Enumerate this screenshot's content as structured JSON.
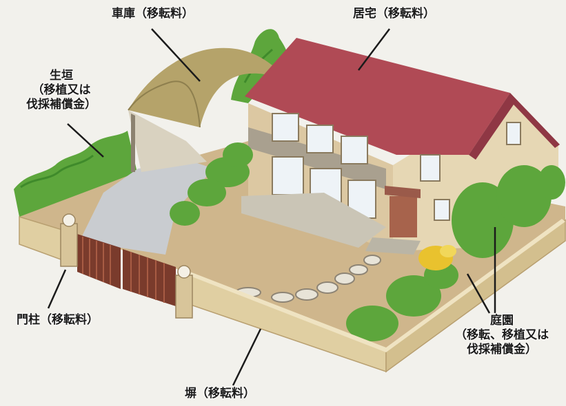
{
  "labels": {
    "garage": {
      "lines": [
        "車庫（移転料）"
      ]
    },
    "house": {
      "lines": [
        "居宅（移転料）"
      ]
    },
    "hedge": {
      "lines": [
        "生垣",
        "（移植又は",
        "伐採補償金）"
      ]
    },
    "gatepost": {
      "lines": [
        "門柱（移転料）"
      ]
    },
    "garden": {
      "lines": [
        "庭園",
        "（移転、移植又は",
        "伐採補償金）"
      ]
    },
    "wall": {
      "lines": [
        "塀（移転料）"
      ]
    }
  },
  "colors": {
    "background": "#f2f1ec",
    "roof": "#b04a55",
    "house_wall": "#dcc8a2",
    "wall": "#e0cfa2",
    "ground": "#cfb68c",
    "garage_roof": "#b5a36a",
    "driveway": "#c9ccd0",
    "greenery": "#5da63c",
    "gate": "#7a3b2c",
    "flowers": "#e9c22e",
    "leader_line": "#1b1b1b"
  }
}
